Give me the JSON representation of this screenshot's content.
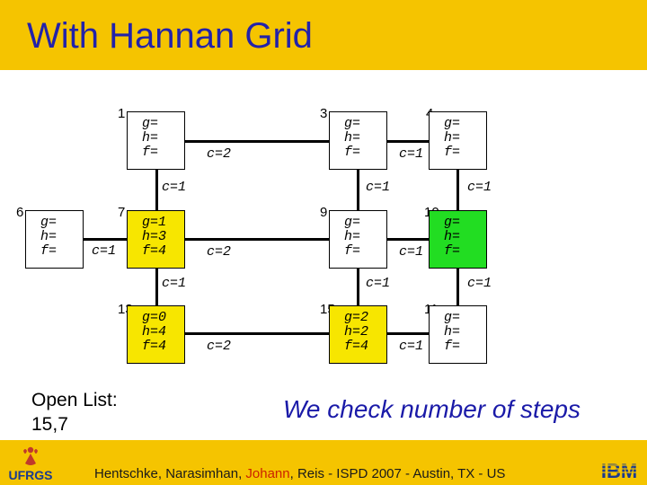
{
  "title": "With Hannan Grid",
  "nodes": {
    "n1": {
      "label": "1",
      "g": "g=",
      "h": "h=",
      "f": "f="
    },
    "n3": {
      "label": "3",
      "g": "g=",
      "h": "h=",
      "f": "f="
    },
    "n4": {
      "label": "4",
      "g": "g=",
      "h": "h=",
      "f": "f="
    },
    "n6": {
      "label": "6",
      "g": "g=",
      "h": "h=",
      "f": "f="
    },
    "n7": {
      "label": "7",
      "g": "g=1",
      "h": "h=3",
      "f": "f=4"
    },
    "n9": {
      "label": "9",
      "g": "g=",
      "h": "h=",
      "f": "f="
    },
    "n10": {
      "label": "10",
      "g": "g=",
      "h": "h=",
      "f": "f="
    },
    "n13": {
      "label": "13",
      "g": "g=0",
      "h": "h=4",
      "f": "f=4"
    },
    "n15": {
      "label": "15",
      "g": "g=2",
      "h": "h=2",
      "f": "f=4"
    },
    "n11": {
      "label": "11",
      "g": "g=",
      "h": "h=",
      "f": "f="
    }
  },
  "costs": {
    "c_1_3": "c=2",
    "c_3_4": "c=1",
    "c_1_7": "c=1",
    "c_3_9": "c=1",
    "c_4_10": "c=1",
    "c_6_7": "c=1",
    "c_7_9": "c=2",
    "c_9_10": "c=1",
    "c_7_13": "c=1",
    "c_9_15": "c=1",
    "c_10_11": "c=1",
    "c_13_15": "c=2",
    "c_15_11": "c=1"
  },
  "open_list": {
    "line1": "Open List:",
    "line2": "15,7"
  },
  "note": "We check number of steps",
  "footer": {
    "credits_part1": "Hentschke, Narasimhan, ",
    "credits_highlight": "Johann",
    "credits_part2": ", Reis - ISPD 2007 - Austin, TX - US",
    "logo_left_text": "UFRGS",
    "logo_right_text": "IBM"
  },
  "colors": {
    "accent_bar": "#f5c400",
    "title_text": "#2222aa",
    "open_node": "#f7e600",
    "target_node": "#22dd22",
    "note_text": "#1a1aa8"
  }
}
